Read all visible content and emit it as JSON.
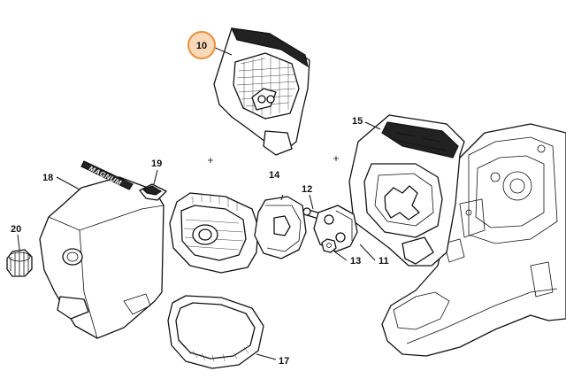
{
  "callouts": {
    "c10": "10",
    "c11": "11",
    "c12": "12",
    "c13": "13",
    "c14": "14",
    "c15": "15",
    "c17": "17",
    "c18": "18",
    "c19": "19",
    "c20": "20"
  },
  "logo_text": "MAGNUM",
  "colors": {
    "highlight_fill": "#f9d9b8",
    "highlight_stroke": "#e8913c",
    "line": "#111111"
  }
}
